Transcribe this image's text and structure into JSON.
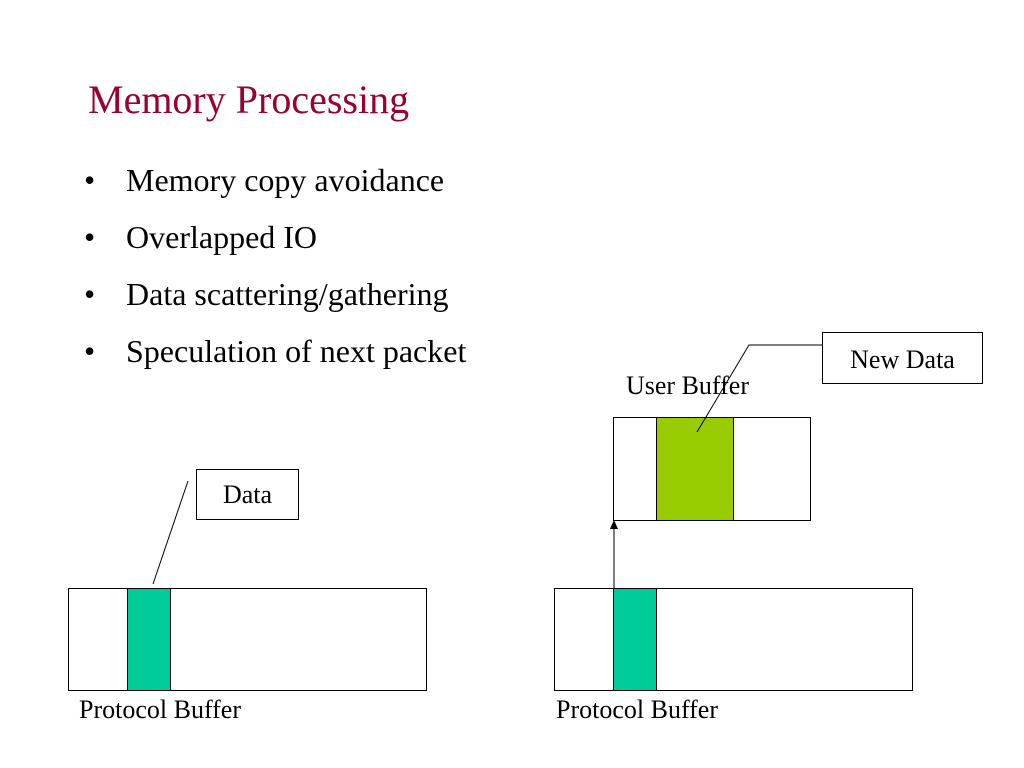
{
  "slide": {
    "title": "Memory Processing",
    "title_color": "#990033",
    "bullets": [
      "Memory copy avoidance",
      "Overlapped IO",
      "Data scattering/gathering",
      "Speculation of next packet"
    ]
  },
  "diagram": {
    "left": {
      "callout_label": "Data",
      "buffer_label": "Protocol Buffer"
    },
    "right": {
      "callout_label": "New Data",
      "user_buffer_label": "User Buffer",
      "buffer_label": "Protocol Buffer"
    },
    "colors": {
      "data_block": "#00cc99",
      "new_data_block": "#99cc00"
    }
  }
}
